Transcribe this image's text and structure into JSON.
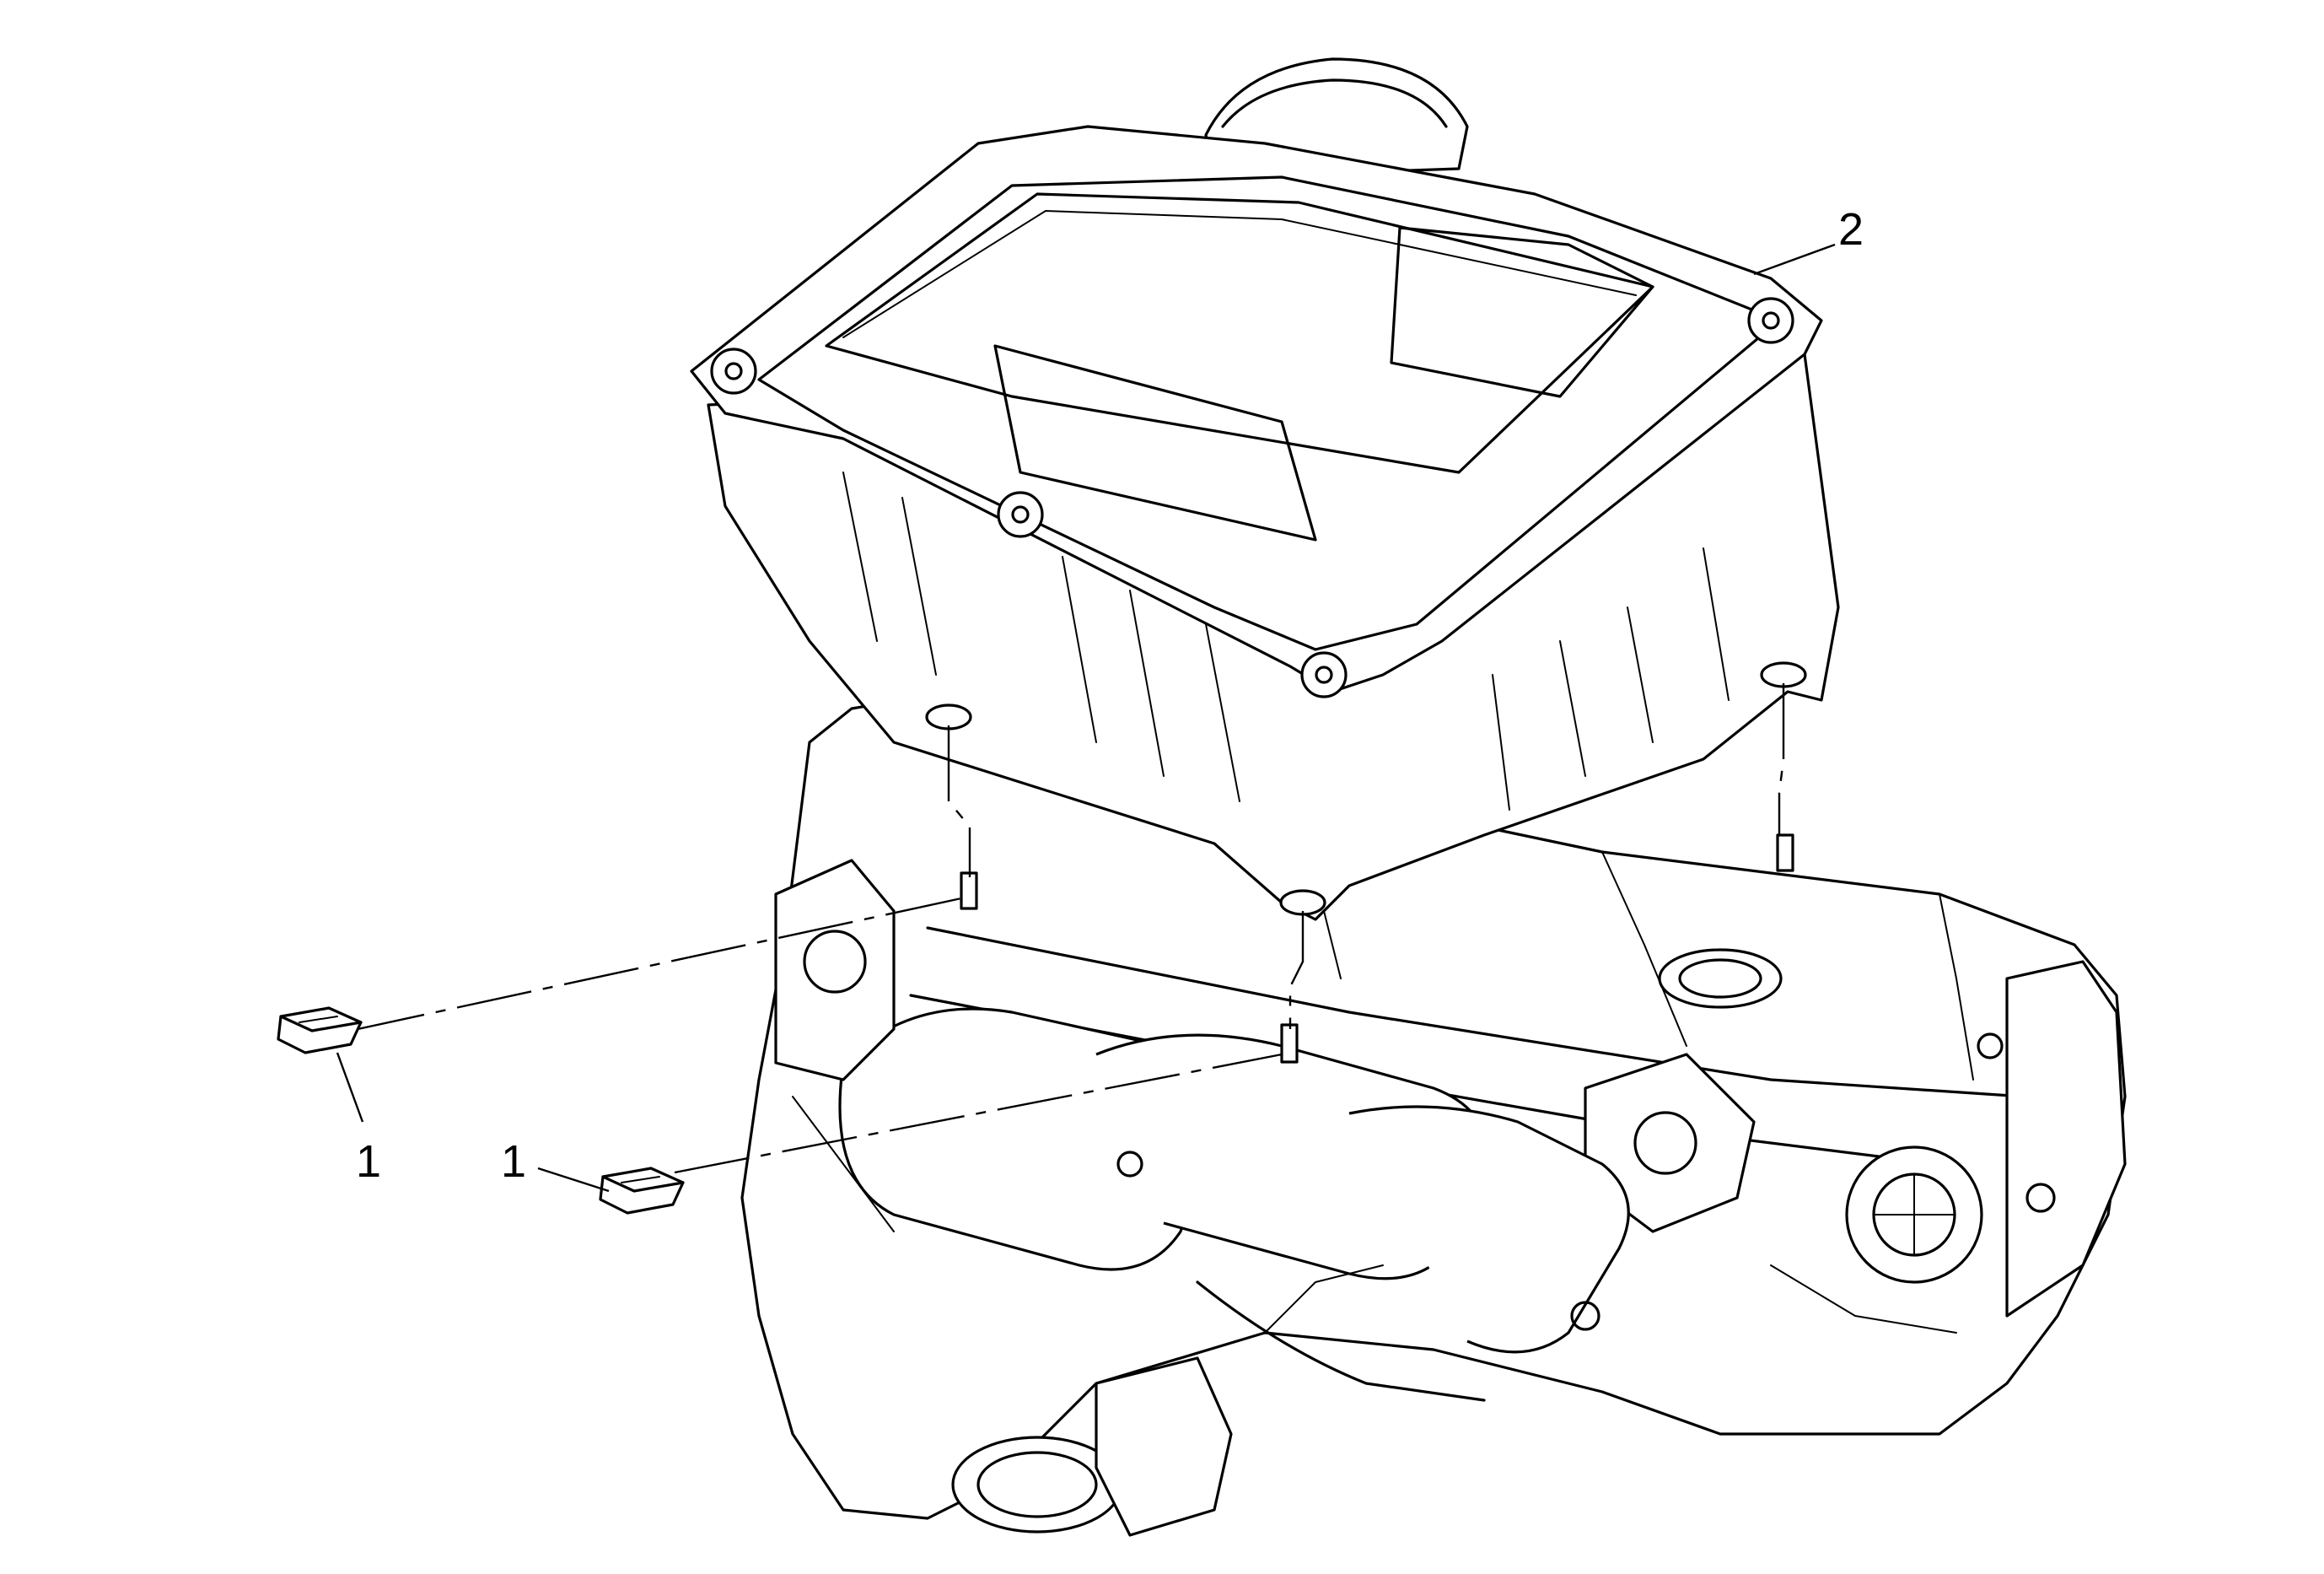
{
  "callouts": {
    "clip_left": "1",
    "clip_center": "1",
    "cover": "2"
  },
  "colors": {
    "line": "#000000",
    "background": "#ffffff"
  }
}
